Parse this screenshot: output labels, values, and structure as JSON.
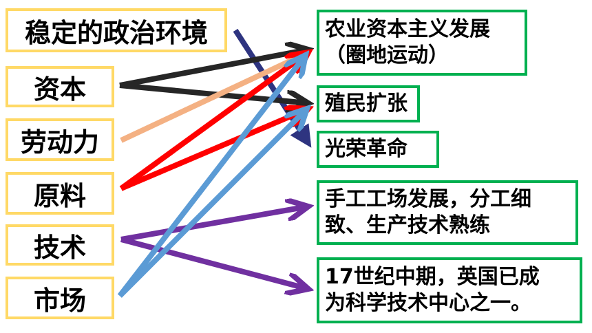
{
  "sources": {
    "stable_politics": "稳定的政治环境",
    "capital": "资本",
    "labor": "劳动力",
    "raw_materials": "原料",
    "technology": "技术",
    "market": "市场"
  },
  "results": {
    "agri_line1": "农业资本主义发展",
    "agri_line2": "（圈地运动）",
    "colonial": "殖民扩张",
    "glorious_revolution": "光荣革命",
    "workshop_line1": "手工工场发展，分工细",
    "workshop_line2": "致、生产技术熟练",
    "science_line1": "17世纪中期，英国已成",
    "science_line2": "为科学技术中心之一。"
  },
  "colors": {
    "source_border": "#ffd966",
    "result_border": "#00b050",
    "politics_arrow": "#2e3480",
    "capital_arrow": "#262626",
    "labor_arrow": "#f4b183",
    "raw_arrow": "#ff0000",
    "tech_arrow": "#7030a0",
    "market_arrow": "#5b9bd5"
  }
}
